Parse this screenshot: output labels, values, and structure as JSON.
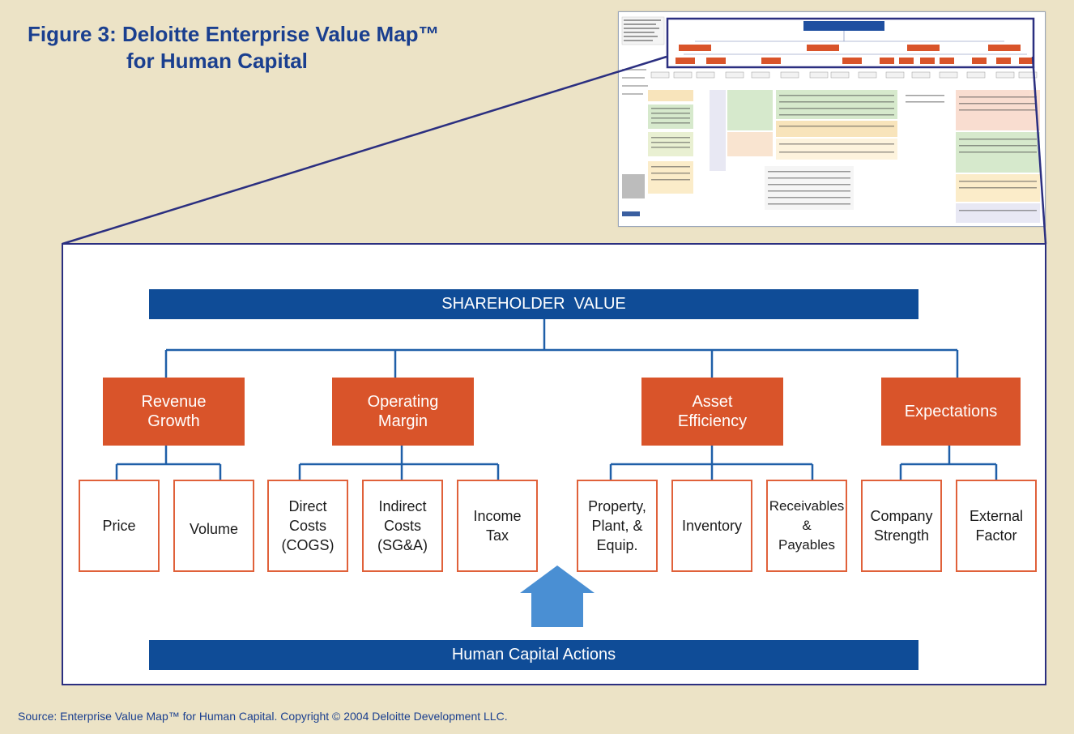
{
  "figure": {
    "title_line1": "Figure 3: Deloitte Enterprise Value Map™",
    "title_line2": "for Human Capital"
  },
  "diagram": {
    "root": "SHAREHOLDER  VALUE",
    "drivers": [
      {
        "label": "Revenue\nGrowth",
        "children": [
          "Price",
          "Volume"
        ]
      },
      {
        "label": "Operating\nMargin",
        "children": [
          "Direct\nCosts\n(COGS)",
          "Indirect\nCosts\n(SG&A)",
          "Income\nTax"
        ]
      },
      {
        "label": "Asset\nEfficiency",
        "children": [
          "Property,\nPlant, &\nEquip.",
          "Inventory",
          "Receivables\n&\nPayables"
        ]
      },
      {
        "label": "Expectations",
        "children": [
          "Company\nStrength",
          "External\nFactor"
        ]
      }
    ],
    "actions_bar": "Human Capital Actions",
    "colors": {
      "navy_bar": "#0f4c97",
      "driver_red": "#d9542a",
      "leaf_border": "#e0613a",
      "connector": "#1f5fa8",
      "arrow": "#4a8fd3",
      "panel_border": "#2b2f80",
      "background": "#ece3c6"
    }
  },
  "source_note": "Source: Enterprise Value Map™ for Human Capital. Copyright © 2004 Deloitte Development LLC."
}
